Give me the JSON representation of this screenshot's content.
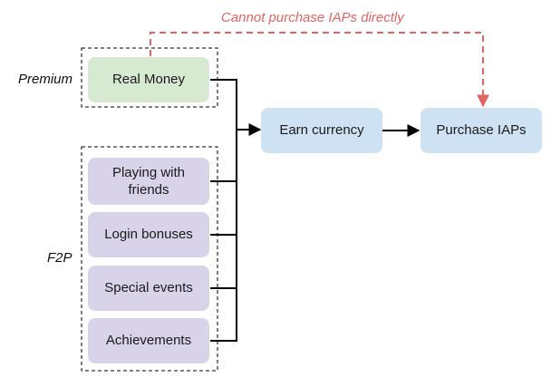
{
  "groups": {
    "premium": "Premium",
    "f2p": "F2P"
  },
  "nodes": {
    "real_money": "Real Money",
    "playing_with_friends": "Playing with friends",
    "login_bonuses": "Login bonuses",
    "special_events": "Special events",
    "achievements": "Achievements",
    "earn_currency": "Earn currency",
    "purchase_iaps": "Purchase IAPs"
  },
  "annotation": "Cannot purchase IAPs directly",
  "colors": {
    "premium_fill": "#d6ead2",
    "f2p_fill": "#d9d3ea",
    "process_fill": "#cfe2f3",
    "blocked_path": "#e06666"
  }
}
